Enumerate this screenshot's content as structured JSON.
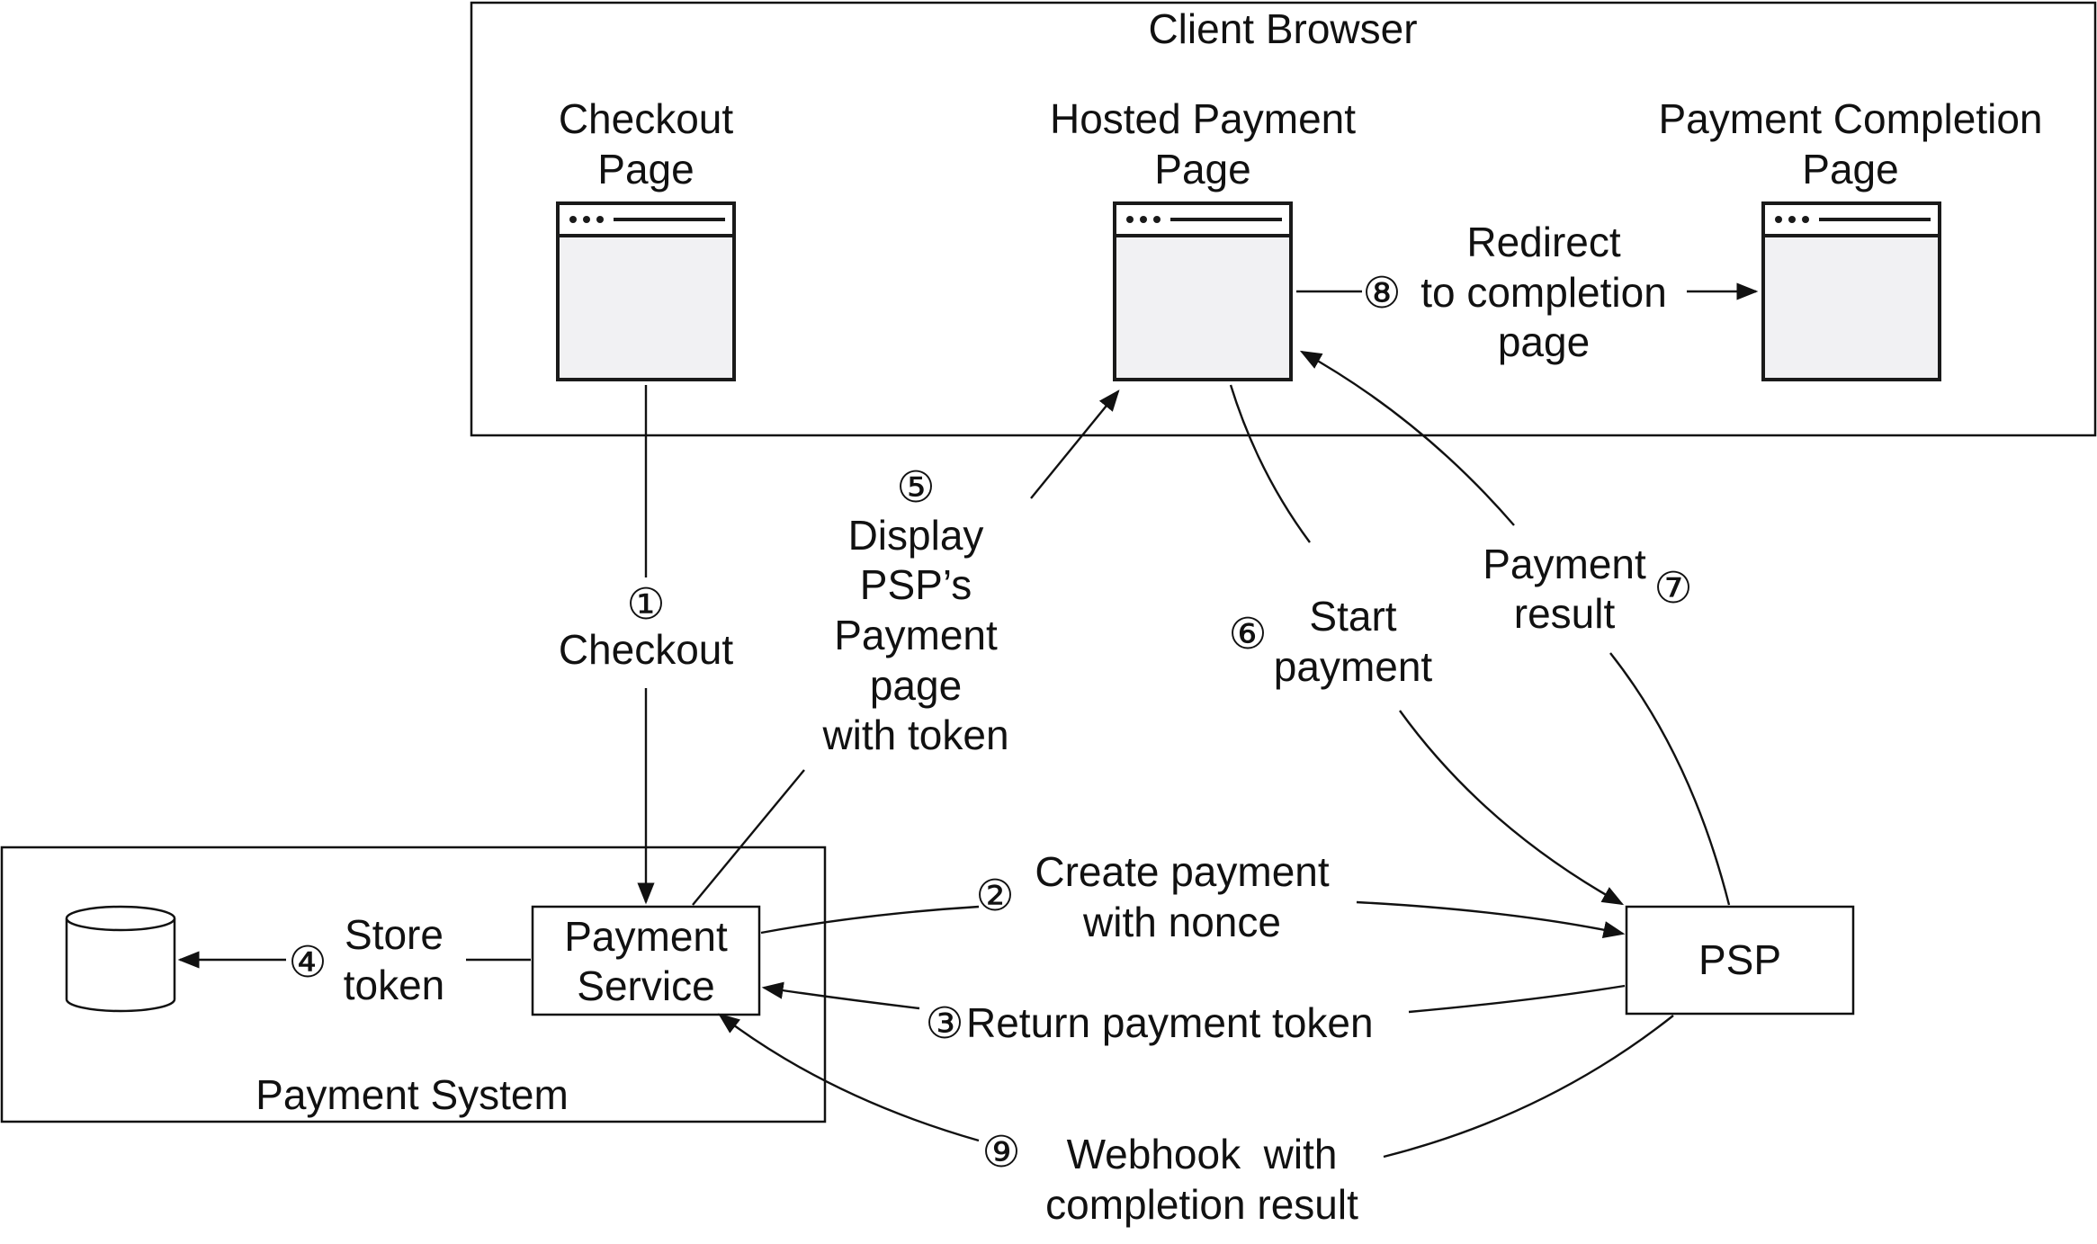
{
  "groups": {
    "client_browser": "Client Browser",
    "payment_system": "Payment System"
  },
  "pages": {
    "checkout": [
      "Checkout",
      "Page"
    ],
    "hosted": [
      "Hosted Payment",
      "Page"
    ],
    "completion": [
      "Payment Completion",
      "Page"
    ]
  },
  "nodes": {
    "payment_service": [
      "Payment",
      "Service"
    ],
    "psp": "PSP"
  },
  "steps": {
    "s1": {
      "num": "①",
      "text": [
        "Checkout"
      ]
    },
    "s2": {
      "num": "②",
      "text": [
        "Create payment",
        "with nonce"
      ]
    },
    "s3": {
      "num": "③",
      "text": [
        "Return payment token"
      ]
    },
    "s4": {
      "num": "④",
      "text": [
        "Store",
        "token"
      ]
    },
    "s5": {
      "num": "⑤",
      "text": [
        "Display",
        "PSP’s",
        "Payment",
        "page",
        "with token"
      ]
    },
    "s6": {
      "num": "⑥",
      "text": [
        "Start",
        "payment"
      ]
    },
    "s7": {
      "num": "⑦",
      "text": [
        "Payment",
        "result"
      ]
    },
    "s8": {
      "num": "⑧",
      "text": [
        "Redirect",
        "to completion",
        "page"
      ]
    },
    "s9": {
      "num": "⑨",
      "text": [
        "Webhook  with",
        "completion result"
      ]
    }
  },
  "icons": {
    "browser_window": "browser-window-icon",
    "database": "database-icon"
  }
}
